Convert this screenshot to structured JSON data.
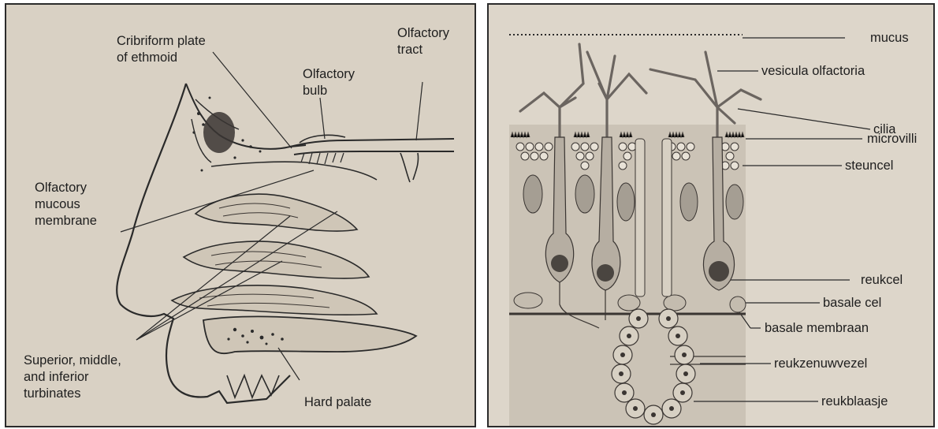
{
  "left_panel": {
    "labels": {
      "cribriform": "Cribriform plate\nof ethmoid",
      "olfactory_tract": "Olfactory\ntract",
      "olfactory_bulb": "Olfactory\nbulb",
      "mucous_membrane": "Olfactory\nmucous\nmembrane",
      "turbinates": "Superior, middle,\nand inferior\nturbinates",
      "hard_palate": "Hard palate"
    }
  },
  "right_panel": {
    "labels": {
      "mucus": "mucus",
      "vesicula": "vesicula olfactoria",
      "cilia": "cilia",
      "microvilli": "microvilli",
      "steuncel": "steuncel",
      "reukcel": "reukcel",
      "basale_cel": "basale cel",
      "basale_membraan": "basale membraan",
      "reukzenuwvezel": "reukzenuwvezel",
      "reukblaasje": "reukblaasje"
    }
  }
}
